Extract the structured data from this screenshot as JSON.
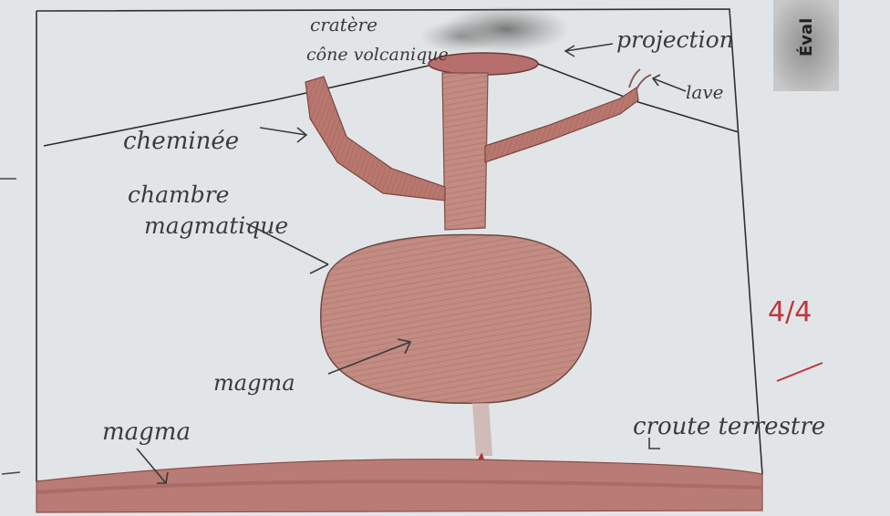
{
  "labels": {
    "cratere": "cratère",
    "cone": "cône volcanique",
    "projection": "projection",
    "lave": "lave",
    "cheminee": "cheminée",
    "chambre_line1": "chambre",
    "chambre_line2": "magmatique",
    "magma_chambre": "magma",
    "magma_bas": "magma",
    "croute": "croute terrestre"
  },
  "grade": "4/4",
  "side_tab": "Éval",
  "colors": {
    "paper": "#e6e9ea",
    "pencil": "#3c3a3a",
    "magma": "#b87872",
    "chamber": "#c59387",
    "grade_red": "#c0353c"
  }
}
